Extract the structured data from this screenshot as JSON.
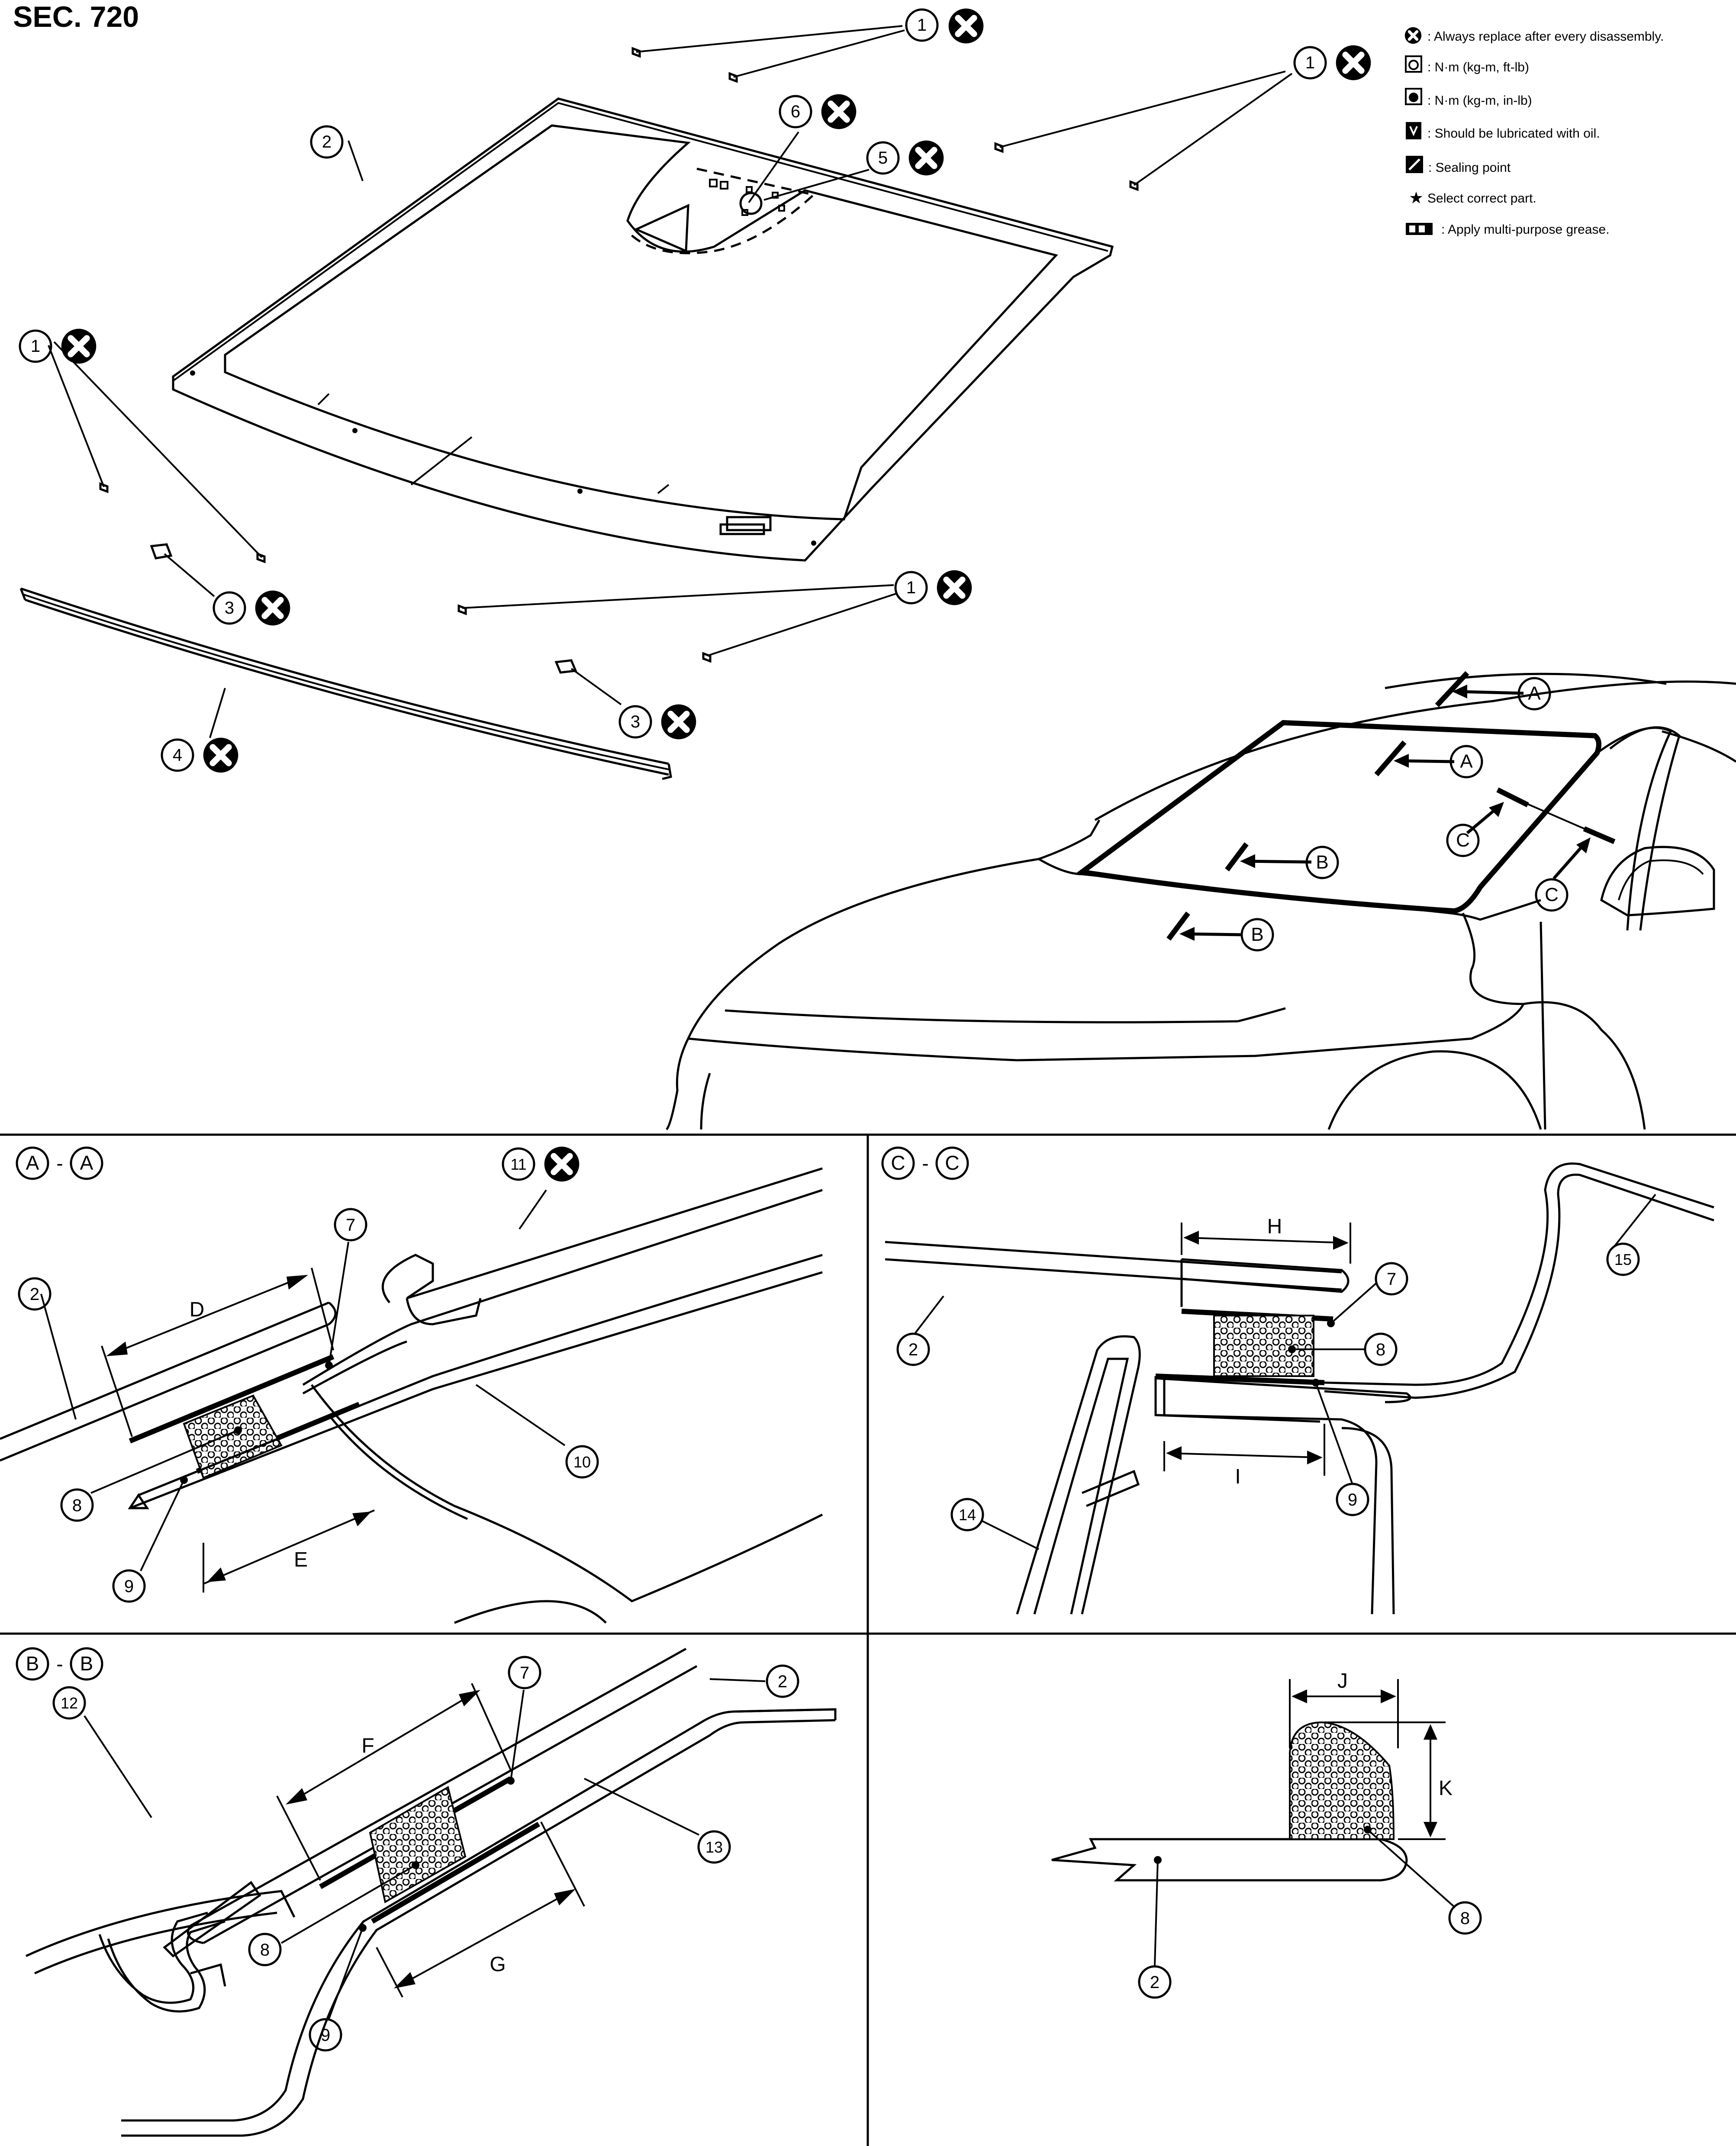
{
  "section": "SEC. 720",
  "legend": [
    {
      "icon": "x-circle-icon",
      "text": ": Always replace after every disassembly."
    },
    {
      "icon": "torque-ftlb-icon",
      "text": ": N·m (kg-m, ft-lb)"
    },
    {
      "icon": "torque-inlb-icon",
      "text": ": N·m (kg-m, in-lb)"
    },
    {
      "icon": "oil-can-icon",
      "text": ": Should be lubricated with oil."
    },
    {
      "icon": "sealing-point-icon",
      "text": ": Sealing point"
    },
    {
      "icon": "star-icon",
      "text": "Select correct part."
    },
    {
      "icon": "grease-icon",
      "text": ": Apply multi-purpose grease."
    }
  ],
  "parts": {
    "p1": "1",
    "p2": "2",
    "p3": "3",
    "p4": "4",
    "p5": "5",
    "p6": "6",
    "p7": "7",
    "p8": "8",
    "p9": "9",
    "p10": "10",
    "p11": "11",
    "p12": "12",
    "p13": "13",
    "p14": "14",
    "p15": "15"
  },
  "sections": {
    "A": "A",
    "B": "B",
    "C": "C",
    "sep": "-"
  },
  "dimensions": {
    "D": "D",
    "E": "E",
    "F": "F",
    "G": "G",
    "H": "H",
    "I": "I",
    "J": "J",
    "K": "K"
  },
  "colors": {
    "ink": "#000000",
    "paper": "#ffffff"
  }
}
